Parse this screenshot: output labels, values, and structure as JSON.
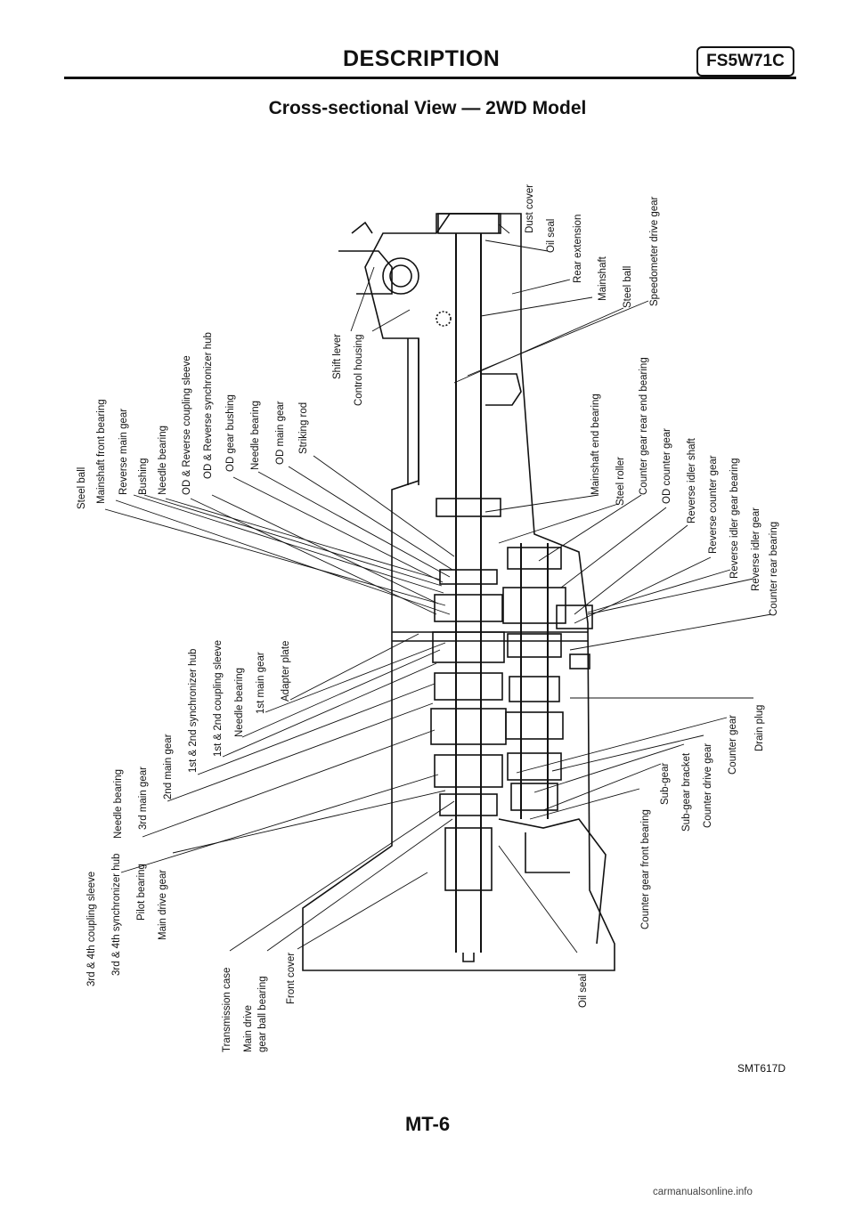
{
  "header": {
    "title": "DESCRIPTION",
    "code": "FS5W71C"
  },
  "page_title": "Cross-sectional View — 2WD Model",
  "labels": [
    {
      "id": "l1",
      "text": "3rd & 4th coupling sleeve"
    },
    {
      "id": "l2",
      "text": "3rd & 4th synchronizer hub"
    },
    {
      "id": "l3",
      "text": "Pilot bearing"
    },
    {
      "id": "l4",
      "text": "Main drive gear"
    },
    {
      "id": "l5",
      "text": "Steel ball"
    },
    {
      "id": "l6",
      "text": "Mainshaft front bearing"
    },
    {
      "id": "l7",
      "text": "Reverse main gear"
    },
    {
      "id": "l8",
      "text": "Bushing"
    },
    {
      "id": "l9",
      "text": "Needle bearing"
    },
    {
      "id": "l10",
      "text": "OD & Reverse coupling sleeve"
    },
    {
      "id": "l11",
      "text": "OD & Reverse synchronizer hub"
    },
    {
      "id": "l12",
      "text": "OD gear bushing"
    },
    {
      "id": "l13",
      "text": "Needle bearing"
    },
    {
      "id": "l14",
      "text": "OD main gear"
    },
    {
      "id": "l15",
      "text": "Striking rod"
    },
    {
      "id": "l16",
      "text": "Needle bearing"
    },
    {
      "id": "l17",
      "text": "3rd main gear"
    },
    {
      "id": "l18",
      "text": "2nd main gear"
    },
    {
      "id": "l19",
      "text": "1st & 2nd synchronizer hub"
    },
    {
      "id": "l20",
      "text": "1st & 2nd coupling sleeve"
    },
    {
      "id": "l21",
      "text": "Needle bearing"
    },
    {
      "id": "l22",
      "text": "1st main gear"
    },
    {
      "id": "l23",
      "text": "Adapter plate"
    },
    {
      "id": "l24",
      "text": "Transmission case"
    },
    {
      "id": "l25",
      "text": "Main drive"
    },
    {
      "id": "l26",
      "text": "gear ball bearing"
    },
    {
      "id": "l27",
      "text": "Front cover"
    },
    {
      "id": "l28",
      "text": "Shift lever"
    },
    {
      "id": "l29",
      "text": "Control housing"
    },
    {
      "id": "l30",
      "text": "Dust cover"
    },
    {
      "id": "l31",
      "text": "Oil seal"
    },
    {
      "id": "l32",
      "text": "Rear extension"
    },
    {
      "id": "l33",
      "text": "Mainshaft"
    },
    {
      "id": "l34",
      "text": "Steel ball"
    },
    {
      "id": "l35",
      "text": "Speedometer drive gear"
    },
    {
      "id": "l36",
      "text": "Mainshaft end bearing"
    },
    {
      "id": "l37",
      "text": "Steel roller"
    },
    {
      "id": "l38",
      "text": "Counter gear rear end bearing"
    },
    {
      "id": "l39",
      "text": "OD counter gear"
    },
    {
      "id": "l40",
      "text": "Reverse idler shaft"
    },
    {
      "id": "l41",
      "text": "Reverse counter gear"
    },
    {
      "id": "l42",
      "text": "Reverse idler gear bearing"
    },
    {
      "id": "l43",
      "text": "Reverse idler gear"
    },
    {
      "id": "l44",
      "text": "Counter rear bearing"
    },
    {
      "id": "l45",
      "text": "Drain plug"
    },
    {
      "id": "l46",
      "text": "Counter gear"
    },
    {
      "id": "l47",
      "text": "Counter drive gear"
    },
    {
      "id": "l48",
      "text": "Sub-gear bracket"
    },
    {
      "id": "l49",
      "text": "Sub-gear"
    },
    {
      "id": "l50",
      "text": "Counter gear front bearing"
    },
    {
      "id": "l51",
      "text": "Oil seal"
    }
  ],
  "figure_code": "SMT617D",
  "page_number": "MT-6",
  "watermark": "carmanualsonline.info"
}
